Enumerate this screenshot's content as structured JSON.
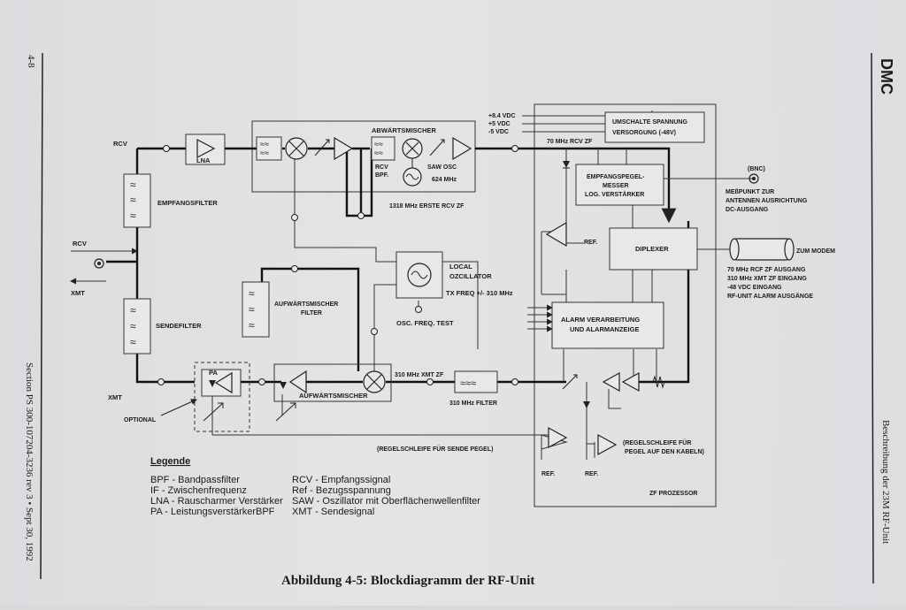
{
  "header": {
    "page_number": "4-8",
    "logo": "DMC",
    "left_footer": "Section PS 300-107204-3236 rev 3 • Sept 30, 1992",
    "right_footer": "Beschreibung der 23M RF-Unit"
  },
  "diagram": {
    "labels": {
      "rcv_top": "RCV",
      "lna": "LNA",
      "empfangsfilter": "EMPFANGSFILTER",
      "abwaertsmischer": "ABWÄRTSMISCHER",
      "rcv_bpf_1": "RCV",
      "rcv_bpf_2": "BPF.",
      "saw_osc": "SAW OSC",
      "624mhz": "624 MHz",
      "1318mhz": "1318 MHz ERSTE RCV ZF",
      "vdc1": "+8.4 VDC",
      "vdc2": "+5 VDC",
      "vdc3": "-5 VDC",
      "umschalte_1": "UMSCHALTE SPANNUNG",
      "umschalte_2": "VERSORGUNG (-48V)",
      "70mhz_rcv_zf": "70 MHz RCV ZF",
      "empf_pegel_1": "EMPFANGSPEGEL-",
      "empf_pegel_2": "MESSER",
      "empf_pegel_3": "LOG. VERSTÄRKER",
      "bnc": "(BNC)",
      "messpunkt_1": "MEßPUNKT ZUR",
      "messpunkt_2": "ANTENNEN AUSRICHTUNG",
      "messpunkt_3": "DC-AUSGANG",
      "ref_1": "REF.",
      "diplexer": "DIPLEXER",
      "zum_modem": "ZUM MODEM",
      "modem_out_1": "70 MHz RCF ZF AUSGANG",
      "modem_out_2": "310 MHz  XMT ZF EINGANG",
      "modem_out_3": "-48 VDC EINGANG",
      "modem_out_4": "RF-UNIT ALARM AUSGÄNGE",
      "rcv_side": "RCV",
      "xmt_side": "XMT",
      "local_osc_1": "LOCAL",
      "local_osc_2": "OZCILLATOR",
      "tx_freq": "TX FREQ +/- 310 MHz",
      "osc_test": "OSC. FREQ. TEST",
      "aufwaerts_filter_1": "AUFWÄRTSMISCHER",
      "aufwaerts_filter_2": "FILTER",
      "alarm_1": "ALARM VERARBEITUNG",
      "alarm_2": "UND ALARMANZEIGE",
      "sendefilter": "SENDEFILTER",
      "xmt_bottom": "XMT",
      "pa": "PA",
      "optional": "OPTIONAL",
      "aufwaertsmischer": "AUFWÄRTSMISCHER",
      "310mhz_xmt_zf": "310 MHz XMT ZF",
      "310mhz_filter": "310 MHz FILTER",
      "regel_sende": "(REGELSCHLEIFE FÜR SENDE PEGEL)",
      "regel_kabel_1": "(REGELSCHLEIFE FÜR",
      "regel_kabel_2": "PEGEL AUF DEN KABELN)",
      "ref_2": "REF.",
      "ref_3": "REF.",
      "zf_prozessor": "ZF PROZESSOR"
    }
  },
  "legend": {
    "title": "Legende",
    "left": [
      "BPF - Bandpassfilter",
      "IF - Zwischenfrequenz",
      "LNA - Rauscharmer Verstärker",
      "PA - LeistungsverstärkerBPF"
    ],
    "right": [
      "RCV - Empfangssignal",
      "Ref - Bezugsspannung",
      "SAW - Oszillator mit Oberflächenwellenfilter",
      "XMT - Sendesignal"
    ]
  },
  "caption": "Abbildung 4-5: Blockdiagramm der RF-Unit"
}
